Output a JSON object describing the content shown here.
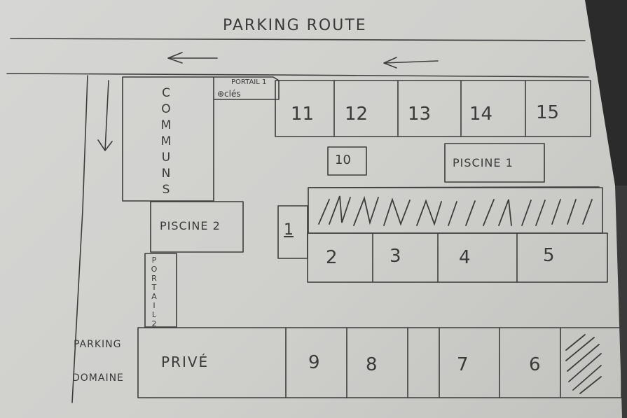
{
  "title": "PARKING ROUTE",
  "colors": {
    "paper": "#d4d4d2",
    "ink": "#3d3d3d",
    "background": "#2e2e2e"
  },
  "arrows": {
    "top_left": "←",
    "top_right": "←",
    "down": "↓"
  },
  "blocks": {
    "communs": "COMMUNS",
    "portail1_line1": "PORTAIL 1",
    "portail1_line2": "⊕clés",
    "piscine1": "PISCINE 1",
    "piscine2": "PISCINE 2",
    "portail2": "PORTAIL 2",
    "parking_line1": "PARKING",
    "parking_line2": "DOMAINE",
    "prive": "PRIVÉ"
  },
  "spots": {
    "s1": "1",
    "s2": "2",
    "s3": "3",
    "s4": "4",
    "s5": "5",
    "s6": "6",
    "s7": "7",
    "s8": "8",
    "s9": "9",
    "s10": "10",
    "s11": "11",
    "s12": "12",
    "s13": "13",
    "s14": "14",
    "s15": "15"
  }
}
